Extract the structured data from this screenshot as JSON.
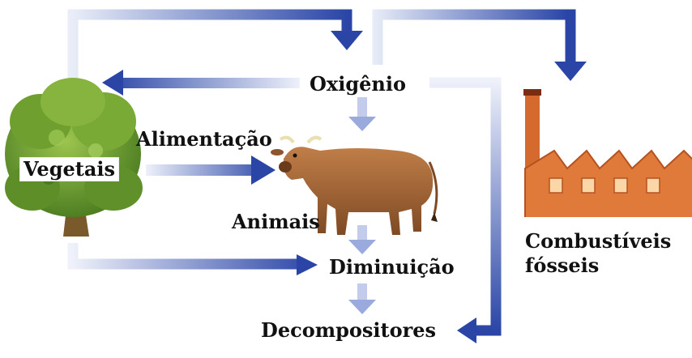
{
  "labels": {
    "oxygen": "Oxigênio",
    "feeding": "Alimentação",
    "plants": "Vegetais",
    "animals": "Animais",
    "reduction": "Diminuição",
    "decomposers": "Decompositores",
    "fossil_line1": "Combustíveis",
    "fossil_line2": "fósseis"
  },
  "icons": {
    "tree": "tree-icon",
    "cow": "cow-icon",
    "factory": "factory-icon"
  },
  "colors": {
    "arrow_dark": "#1f3b9e",
    "arrow_light": "#e6ebf7",
    "foliage": "#6a9a2c",
    "trunk": "#7a5a2a",
    "cow": "#a86a3c",
    "factory": "#e07a3a",
    "text": "#111111"
  }
}
